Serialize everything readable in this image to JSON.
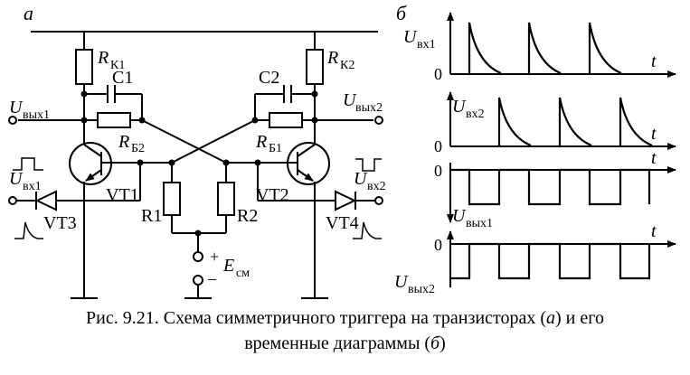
{
  "labels": {
    "panel_a": "а",
    "panel_b": "б",
    "rk1_main": "R",
    "rk1_sub": "К1",
    "rk2_main": "R",
    "rk2_sub": "К2",
    "c1": "C1",
    "c2": "C2",
    "rb2_main": "R",
    "rb2_sub": "Б2",
    "rb1_main": "R",
    "rb1_sub": "Б1",
    "uout1_main": "U",
    "uout1_sub": "вых1",
    "uout2_main": "U",
    "uout2_sub": "вых2",
    "uin1_main": "U",
    "uin1_sub": "вх1",
    "uin2_main": "U",
    "uin2_sub": "вх2",
    "vt1": "VT1",
    "vt2": "VT2",
    "vt3": "VT3",
    "vt4": "VT4",
    "r1": "R1",
    "r2": "R2",
    "plus": "+",
    "minus": "–",
    "ecm_main": "E",
    "ecm_sub": "см"
  },
  "timing": {
    "t_label": "t",
    "zero": "0",
    "rows": [
      {
        "main": "U",
        "sub": "вх1"
      },
      {
        "main": "U",
        "sub": "вх2"
      },
      {
        "main": "U",
        "sub": "вых1"
      },
      {
        "main": "U",
        "sub": "вых2"
      }
    ]
  },
  "caption": {
    "line1_prefix": "Рис. 9.21. Схема симметричного триггера на транзисторах (",
    "line1_a": "а",
    "line1_suffix": ") и его",
    "line2_prefix": "временные диаграммы (",
    "line2_b": "б",
    "line2_suffix": ")"
  }
}
